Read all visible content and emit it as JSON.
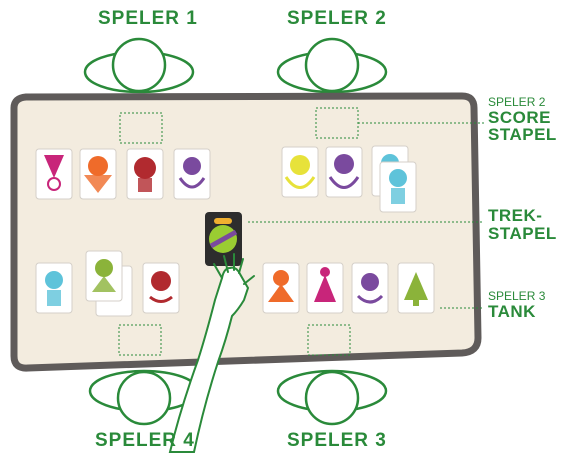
{
  "players": {
    "p1": "SPELER 1",
    "p2": "SPELER 2",
    "p3": "SPELER 3",
    "p4": "SPELER 4"
  },
  "callouts": {
    "score": {
      "line1": "SPELER 2",
      "line2": "SCORE",
      "line3": "STAPEL"
    },
    "draw": {
      "line1": "TREK-",
      "line2": "STAPEL"
    },
    "tank": {
      "line1": "SPELER 3",
      "line2": "TANK"
    }
  },
  "colors": {
    "green": "#2a8a3a",
    "table": "#f3ecdf",
    "tableBorder": "#5f5b5a",
    "cardMagenta": "#c8257a",
    "cardOrange": "#ef6b2a",
    "cardRed": "#b12a2f",
    "cardPurple": "#7a4a9e",
    "cardYellow": "#e7e23a",
    "cardCyan": "#5ec3da",
    "cardGreen": "#8bb33a"
  }
}
